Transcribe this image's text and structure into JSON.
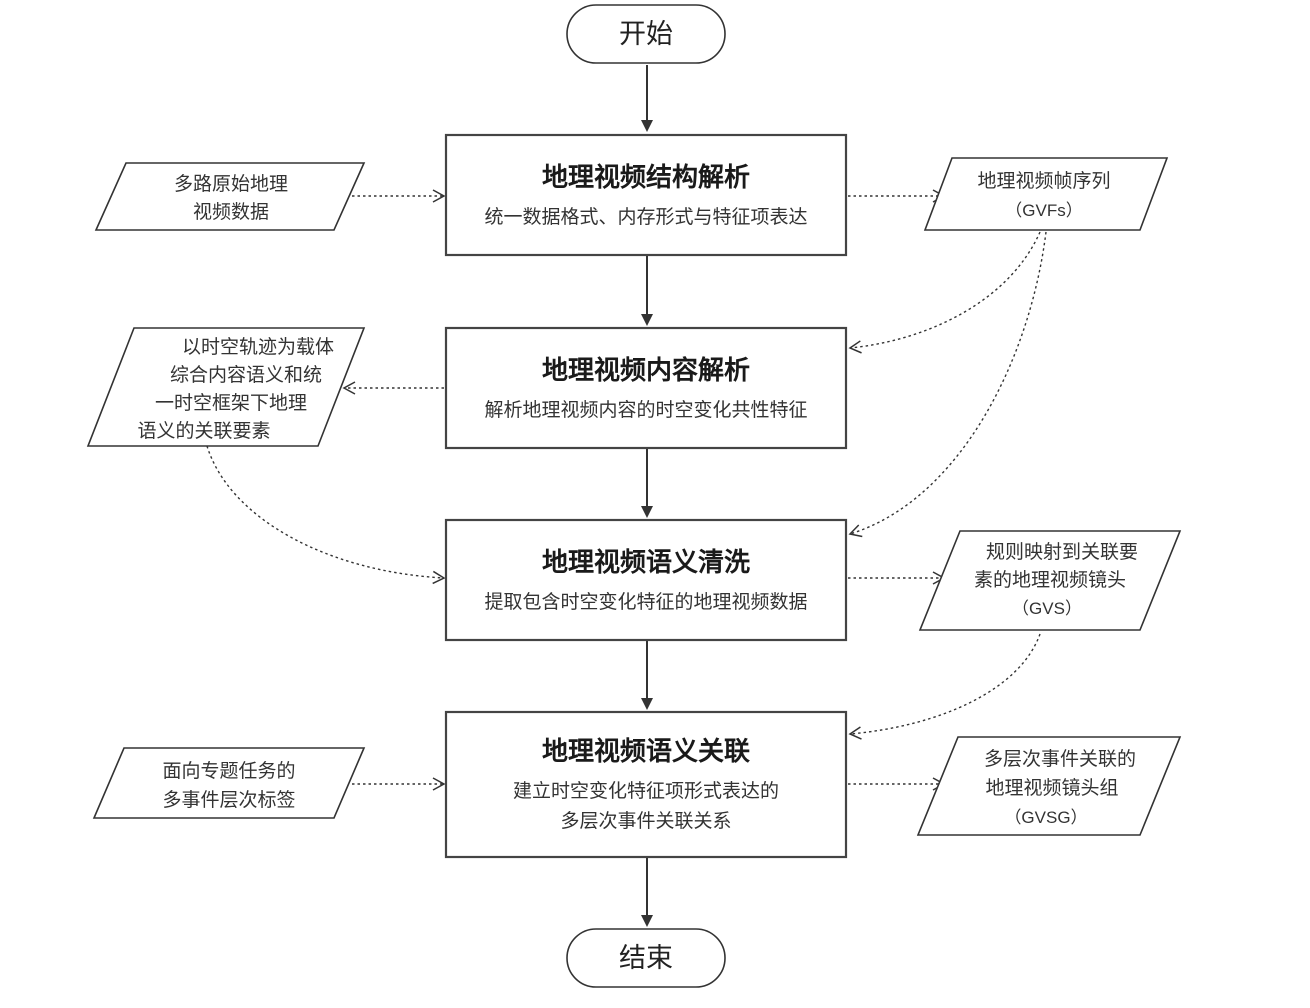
{
  "terminals": {
    "start": "开始",
    "end": "结束"
  },
  "processes": [
    {
      "title": "地理视频结构解析",
      "lines": [
        "统一数据格式、内存形式与特征项表达"
      ]
    },
    {
      "title": "地理视频内容解析",
      "lines": [
        "解析地理视频内容的时空变化共性特征"
      ]
    },
    {
      "title": "地理视频语义清洗",
      "lines": [
        "提取包含时空变化特征的地理视频数据"
      ]
    },
    {
      "title": "地理视频语义关联",
      "lines": [
        "建立时空变化特征项形式表达的",
        "多层次事件关联关系"
      ]
    }
  ],
  "inputs": {
    "raw_video": [
      "多路原始地理",
      "视频数据"
    ],
    "elements": [
      "以时空轨迹为载体",
      "综合内容语义和统",
      "一时空框架下地理",
      "语义的关联要素"
    ],
    "labels": [
      "面向专题任务的",
      "多事件层次标签"
    ]
  },
  "outputs": {
    "gvfs": [
      "地理视频帧序列",
      "（GVFs）"
    ],
    "gvs": [
      "规则映射到关联要",
      "素的地理视频镜头",
      "（GVS）"
    ],
    "gvsg": [
      "多层次事件关联的",
      "地理视频镜头组",
      "（GVSG）"
    ]
  }
}
